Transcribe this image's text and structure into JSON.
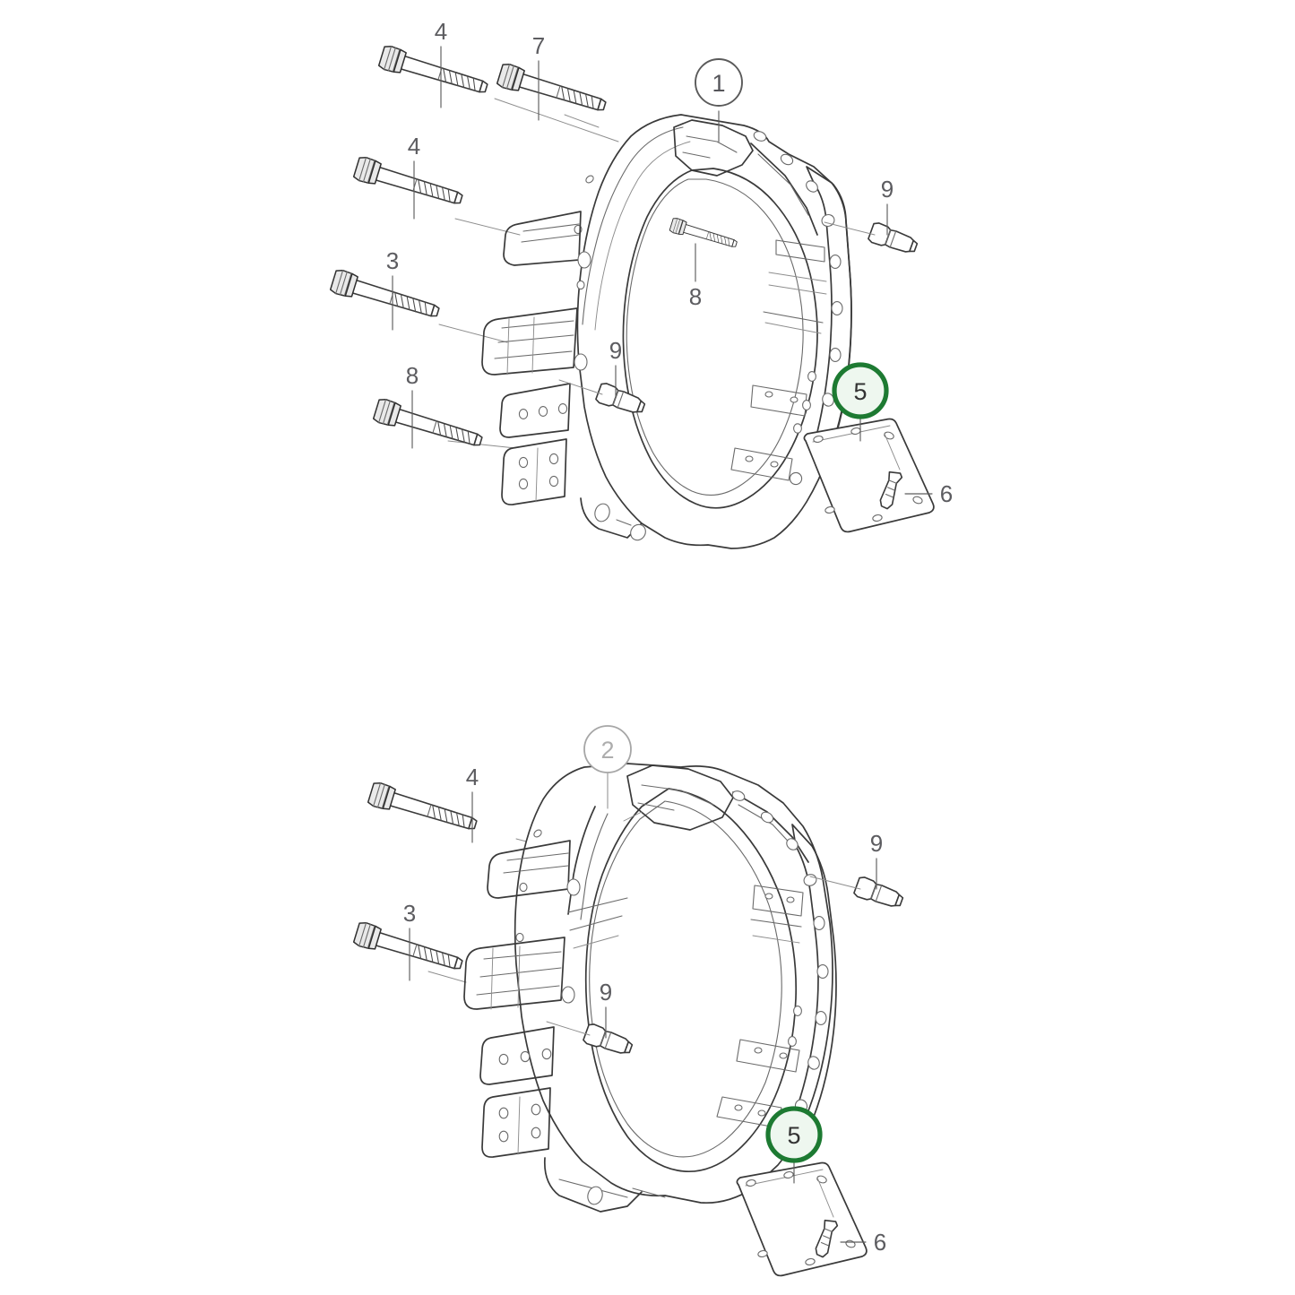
{
  "document": {
    "type": "exploded-parts-diagram",
    "subject": "Flywheel housing assembly",
    "background_color": "#ffffff",
    "line_color": "#3a3a3a",
    "highlight_color": "#1d7a32",
    "highlight_fill": "#eef7ef",
    "views": 2
  },
  "views": [
    {
      "id": "view-upper",
      "assembly_callout": {
        "label": "1",
        "state": "normal"
      },
      "parts": [
        {
          "label": "4",
          "name": "flange-bolt-long",
          "state": "normal"
        },
        {
          "label": "7",
          "name": "flange-bolt-short",
          "state": "normal"
        },
        {
          "label": "4",
          "name": "flange-bolt-long",
          "state": "normal"
        },
        {
          "label": "3",
          "name": "flange-bolt-medium",
          "state": "normal"
        },
        {
          "label": "8",
          "name": "flange-bolt-small",
          "state": "normal"
        },
        {
          "label": "8",
          "name": "flange-bolt-small",
          "state": "normal"
        },
        {
          "label": "9",
          "name": "dowel-pin",
          "state": "normal"
        },
        {
          "label": "9",
          "name": "dowel-pin",
          "state": "normal"
        },
        {
          "label": "5",
          "name": "cover-plate",
          "state": "highlighted"
        },
        {
          "label": "6",
          "name": "cover-plate-screw",
          "state": "normal"
        }
      ]
    },
    {
      "id": "view-lower",
      "assembly_callout": {
        "label": "2",
        "state": "dimmed"
      },
      "parts": [
        {
          "label": "4",
          "name": "flange-bolt-long",
          "state": "normal"
        },
        {
          "label": "3",
          "name": "flange-bolt-medium",
          "state": "normal"
        },
        {
          "label": "9",
          "name": "dowel-pin",
          "state": "normal"
        },
        {
          "label": "9",
          "name": "dowel-pin",
          "state": "normal"
        },
        {
          "label": "5",
          "name": "cover-plate",
          "state": "highlighted"
        },
        {
          "label": "6",
          "name": "cover-plate-screw",
          "state": "normal"
        }
      ]
    }
  ],
  "labels": {
    "upper": {
      "callout_1": "1",
      "bolt_4a": "4",
      "bolt_7": "7",
      "bolt_4b": "4",
      "bolt_3": "3",
      "bolt_8_left": "8",
      "bolt_8_inner": "8",
      "pin_9_right": "9",
      "pin_9_inner": "9",
      "callout_5": "5",
      "screw_6": "6"
    },
    "lower": {
      "callout_2": "2",
      "bolt_4": "4",
      "bolt_3": "3",
      "pin_9_right": "9",
      "pin_9_inner": "9",
      "callout_5": "5",
      "screw_6": "6"
    }
  }
}
